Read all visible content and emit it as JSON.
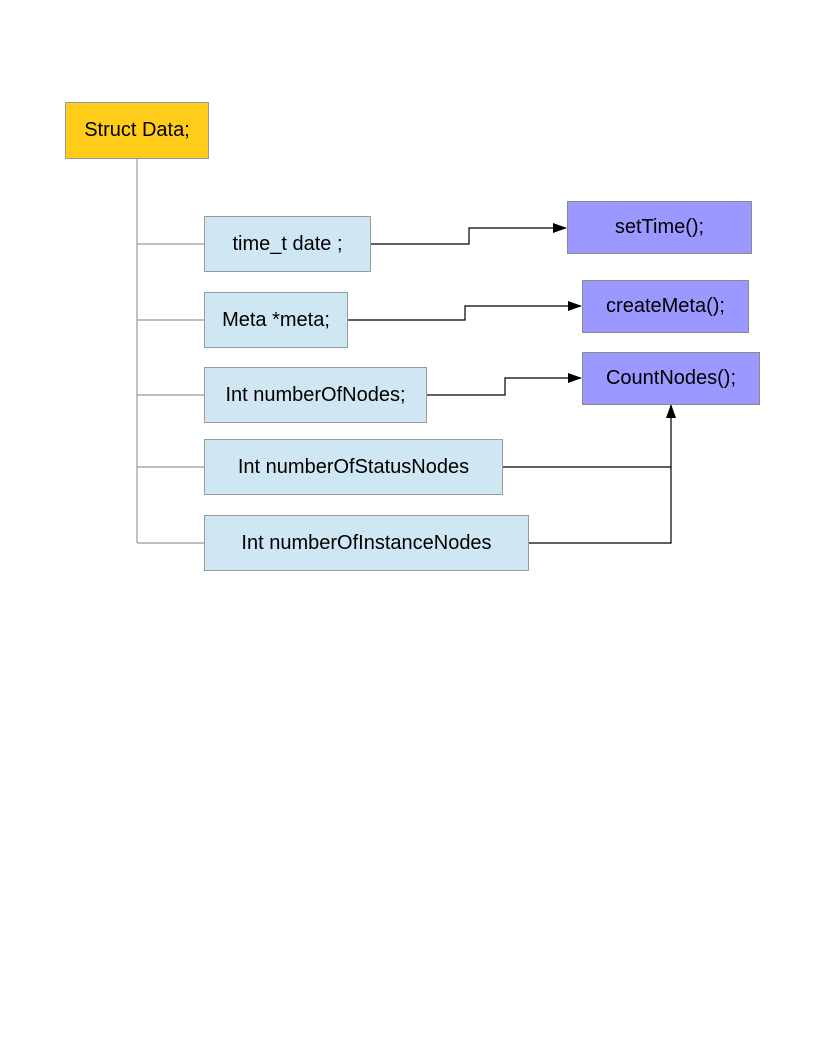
{
  "colors": {
    "root_fill": "#ffcc1a",
    "field_fill": "#cfe6f3",
    "function_fill": "#9b98ff",
    "tree_line": "#999999",
    "arrow_line": "#000000"
  },
  "root": {
    "label": "Struct Data;"
  },
  "fields": [
    {
      "label": "time_t date ;",
      "calls": "setTime();"
    },
    {
      "label": "Meta *meta;",
      "calls": "createMeta();"
    },
    {
      "label": "Int numberOfNodes;",
      "calls": "CountNodes();"
    },
    {
      "label": "Int numberOfStatusNodes",
      "calls": "CountNodes();"
    },
    {
      "label": "Int numberOfInstanceNodes",
      "calls": "CountNodes();"
    }
  ],
  "functions": [
    {
      "label": "setTime();"
    },
    {
      "label": "createMeta();"
    },
    {
      "label": "CountNodes();"
    }
  ]
}
